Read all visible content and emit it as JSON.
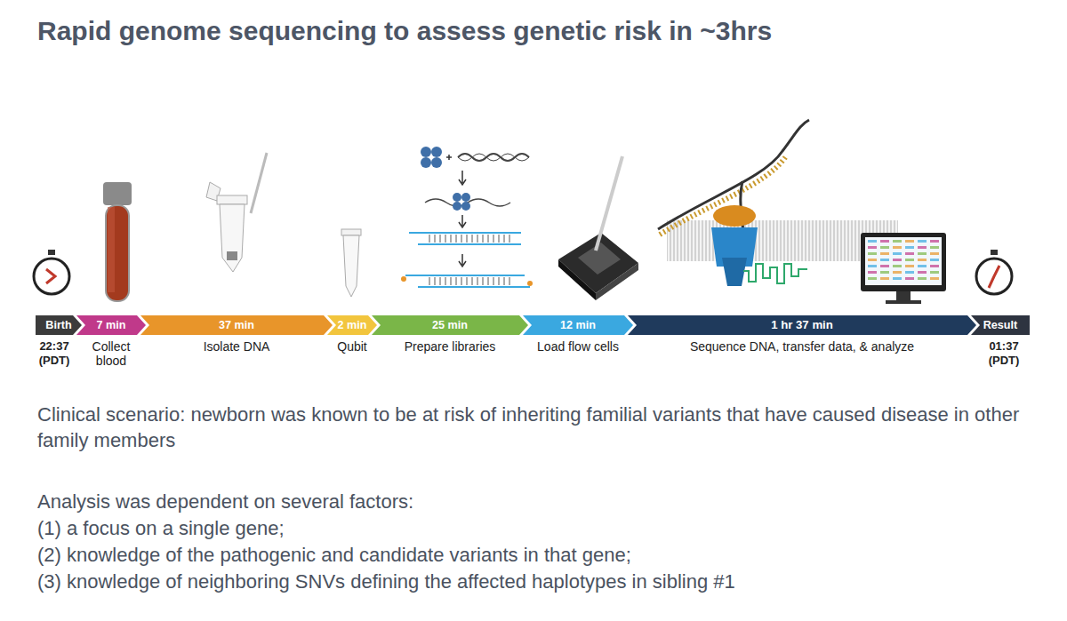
{
  "diagram": {
    "title": "Rapid genome sequencing to assess genetic risk in ~3hrs",
    "nodes": [
      {
        "text": [
          "Birth",
          "22:37 (PDT)"
        ]
      },
      {
        "text": [
          "7 min",
          "Collect blood"
        ]
      },
      {
        "text": [
          "37 min",
          "Isolate DNA"
        ]
      },
      {
        "text": [
          "2 min",
          "Qubit"
        ]
      },
      {
        "text": [
          "25 min",
          "Prepare libraries"
        ]
      },
      {
        "text": [
          "12 min",
          "Load flow cells"
        ]
      },
      {
        "text": [
          "1 hr 37 min",
          "Sequence DNA, transfer data, & analyze"
        ]
      },
      {
        "text": [
          "Result",
          "01:37 (PDT)"
        ]
      }
    ],
    "labels": [
      "Clinical scenario: newborn was known to be at risk of inheriting familial variants that have caused disease in other family members",
      "Analysis was dependent on several factors:",
      "(1) a focus on a single gene;",
      "(2) knowledge of the pathogenic and candidate variants in that gene;",
      "(3) knowledge of neighboring SNVs defining the affected haplotypes in sibling #1"
    ]
  }
}
